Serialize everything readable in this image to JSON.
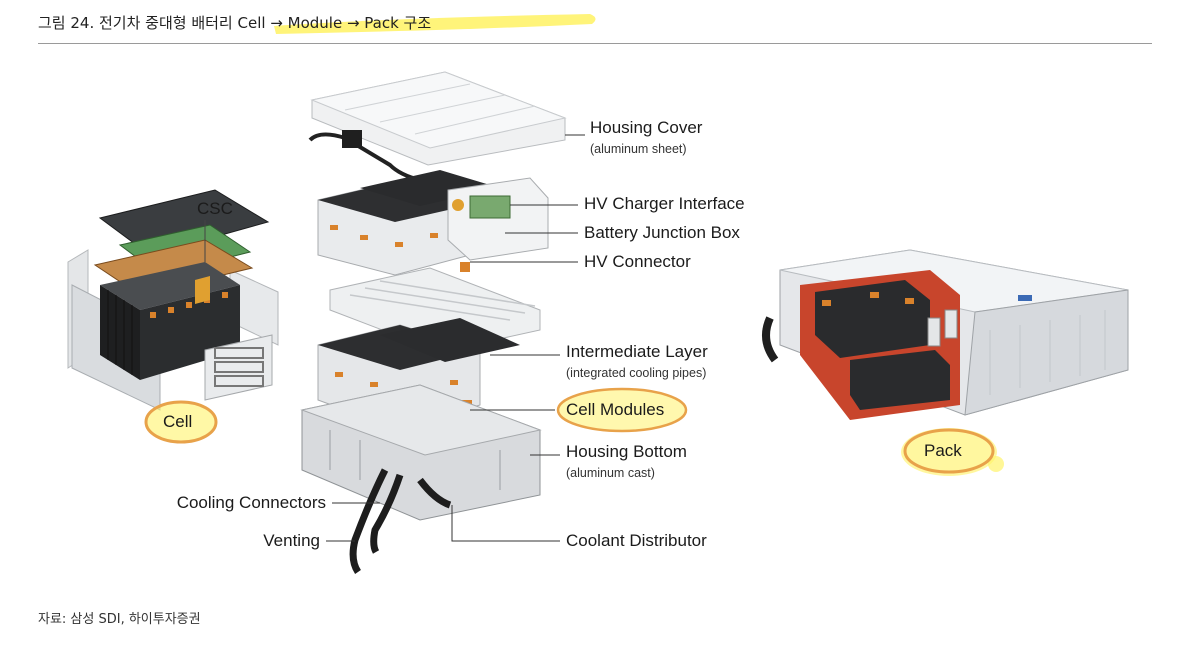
{
  "header": {
    "title": "그림 24. 전기차 중대형 배터리 Cell → Module → Pack 구조"
  },
  "diagram": {
    "cell_group": {
      "csc_label": "CSC",
      "cell_label": "Cell"
    },
    "pack_group": {
      "pack_label": "Pack"
    },
    "callouts": {
      "housing_cover": "Housing Cover",
      "housing_cover_sub": "(aluminum sheet)",
      "hv_charger_interface": "HV Charger Interface",
      "battery_junction_box": "Battery Junction Box",
      "hv_connector": "HV Connector",
      "intermediate_layer": "Intermediate Layer",
      "intermediate_layer_sub": "(integrated cooling pipes)",
      "cell_modules": "Cell Modules",
      "housing_bottom": "Housing Bottom",
      "housing_bottom_sub": "(aluminum cast)",
      "cooling_connectors": "Cooling Connectors",
      "venting": "Venting",
      "coolant_distributor": "Coolant Distributor"
    },
    "colors": {
      "highlight": "#fff36b",
      "circle": "#e8a24a",
      "housing": "#e6e8ea",
      "module": "#2c2c2c",
      "copper": "#d9822b"
    }
  },
  "footer": {
    "source": "자료: 삼성 SDI, 하이투자증권"
  }
}
